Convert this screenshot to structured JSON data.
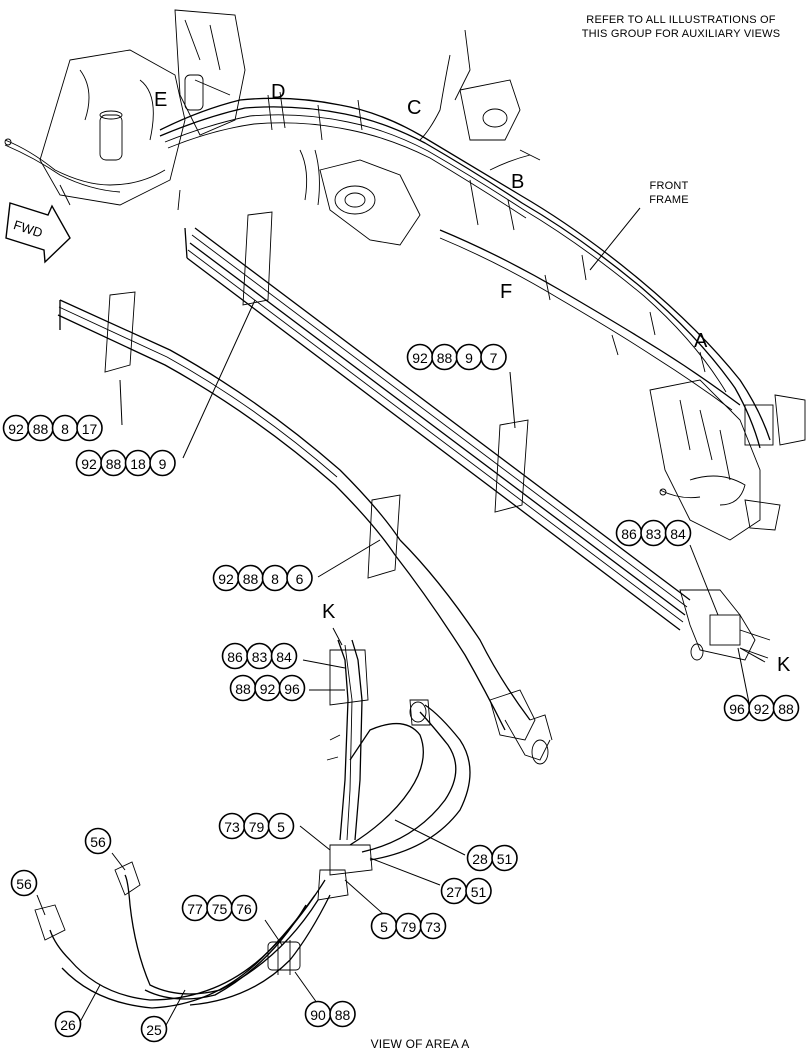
{
  "header": {
    "note_line1": "REFER TO ALL ILLUSTRATIONS OF",
    "note_line2": "THIS GROUP FOR AUXILIARY VIEWS"
  },
  "labels": {
    "front_frame_1": "FRONT",
    "front_frame_2": "FRAME",
    "fwd": "FWD",
    "view": "VIEW OF AREA A"
  },
  "letters": [
    "A",
    "B",
    "C",
    "D",
    "E",
    "F",
    "K",
    "K"
  ],
  "callouts": [
    {
      "id": "c1",
      "nums": [
        "92",
        "88",
        "8",
        "17"
      ]
    },
    {
      "id": "c2",
      "nums": [
        "92",
        "88",
        "18",
        "9"
      ]
    },
    {
      "id": "c3",
      "nums": [
        "92",
        "88",
        "9",
        "7"
      ]
    },
    {
      "id": "c4",
      "nums": [
        "92",
        "88",
        "8",
        "6"
      ]
    },
    {
      "id": "c5",
      "nums": [
        "86",
        "83",
        "84"
      ]
    },
    {
      "id": "c6",
      "nums": [
        "96",
        "92",
        "88"
      ]
    },
    {
      "id": "c7",
      "nums": [
        "86",
        "83",
        "84"
      ]
    },
    {
      "id": "c8",
      "nums": [
        "88",
        "92",
        "96"
      ]
    },
    {
      "id": "c9",
      "nums": [
        "73",
        "79",
        "5"
      ]
    },
    {
      "id": "c10",
      "nums": [
        "28",
        "51"
      ]
    },
    {
      "id": "c11",
      "nums": [
        "27",
        "51"
      ]
    },
    {
      "id": "c12",
      "nums": [
        "5",
        "79",
        "73"
      ]
    },
    {
      "id": "c13",
      "nums": [
        "56"
      ]
    },
    {
      "id": "c14",
      "nums": [
        "56"
      ]
    },
    {
      "id": "c15",
      "nums": [
        "77",
        "75",
        "76"
      ]
    },
    {
      "id": "c16",
      "nums": [
        "90",
        "88"
      ]
    },
    {
      "id": "c17",
      "nums": [
        "26"
      ]
    },
    {
      "id": "c18",
      "nums": [
        "25"
      ]
    }
  ]
}
